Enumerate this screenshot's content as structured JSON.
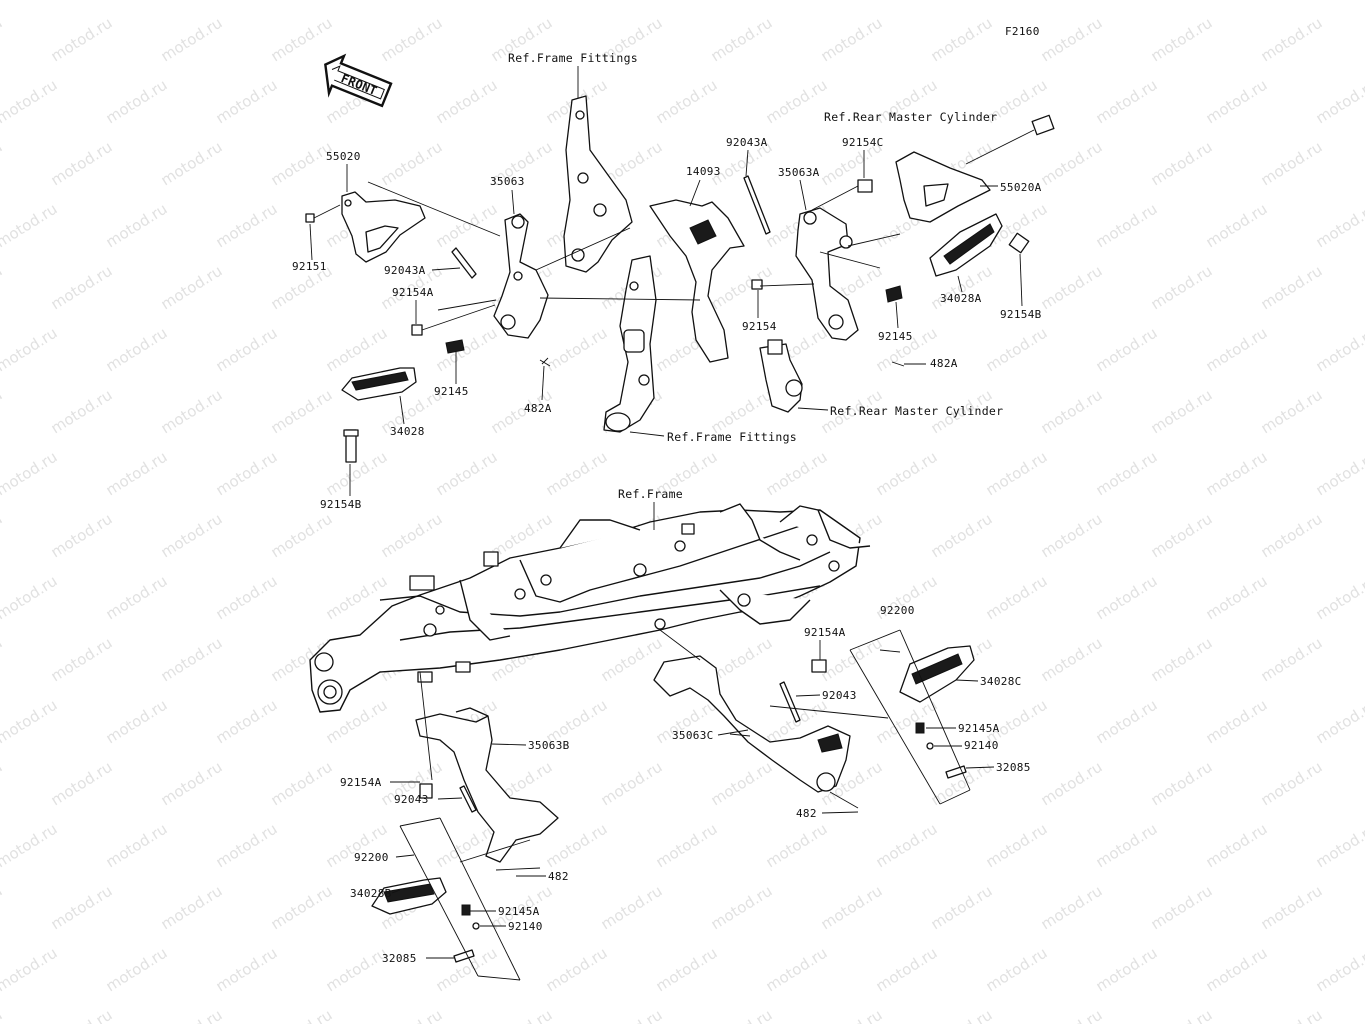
{
  "figure_code": "F2160",
  "front_label": "FRONT",
  "watermark": "motod.ru",
  "refs": {
    "frame_fittings_top": "Ref.Frame Fittings",
    "frame_fittings_mid": "Ref.Frame Fittings",
    "rear_master_cylinder_top": "Ref.Rear Master Cylinder",
    "rear_master_cylinder_mid": "Ref.Rear Master Cylinder",
    "frame": "Ref.Frame"
  },
  "parts": [
    {
      "id": "p55020",
      "label": "55020"
    },
    {
      "id": "p92151",
      "label": "92151"
    },
    {
      "id": "p35063",
      "label": "35063"
    },
    {
      "id": "p92043A_l",
      "label": "92043A"
    },
    {
      "id": "p92154A_l",
      "label": "92154A"
    },
    {
      "id": "p92145_l",
      "label": "92145"
    },
    {
      "id": "p482A_l",
      "label": "482A"
    },
    {
      "id": "p34028",
      "label": "34028"
    },
    {
      "id": "p92154B_l",
      "label": "92154B"
    },
    {
      "id": "p14093",
      "label": "14093"
    },
    {
      "id": "p92043A_r",
      "label": "92043A"
    },
    {
      "id": "p35063A",
      "label": "35063A"
    },
    {
      "id": "p92154C",
      "label": "92154C"
    },
    {
      "id": "p55020A",
      "label": "55020A"
    },
    {
      "id": "p34028A",
      "label": "34028A"
    },
    {
      "id": "p92154B_r",
      "label": "92154B"
    },
    {
      "id": "p92154",
      "label": "92154"
    },
    {
      "id": "p92145_r",
      "label": "92145"
    },
    {
      "id": "p482A_r",
      "label": "482A"
    },
    {
      "id": "p92200_r",
      "label": "92200"
    },
    {
      "id": "p92154A_r",
      "label": "92154A"
    },
    {
      "id": "p34028C",
      "label": "34028C"
    },
    {
      "id": "p92043_r",
      "label": "92043"
    },
    {
      "id": "p35063C",
      "label": "35063C"
    },
    {
      "id": "p92145A_r",
      "label": "92145A"
    },
    {
      "id": "p92140_r",
      "label": "92140"
    },
    {
      "id": "p32085_r",
      "label": "32085"
    },
    {
      "id": "p482_r",
      "label": "482"
    },
    {
      "id": "p35063B",
      "label": "35063B"
    },
    {
      "id": "p92154A_b",
      "label": "92154A"
    },
    {
      "id": "p92043_b",
      "label": "92043"
    },
    {
      "id": "p92200_b",
      "label": "92200"
    },
    {
      "id": "p482_b",
      "label": "482"
    },
    {
      "id": "p34028B",
      "label": "34028B"
    },
    {
      "id": "p92145A_b",
      "label": "92145A"
    },
    {
      "id": "p92140_b",
      "label": "92140"
    },
    {
      "id": "p32085_b",
      "label": "32085"
    }
  ]
}
